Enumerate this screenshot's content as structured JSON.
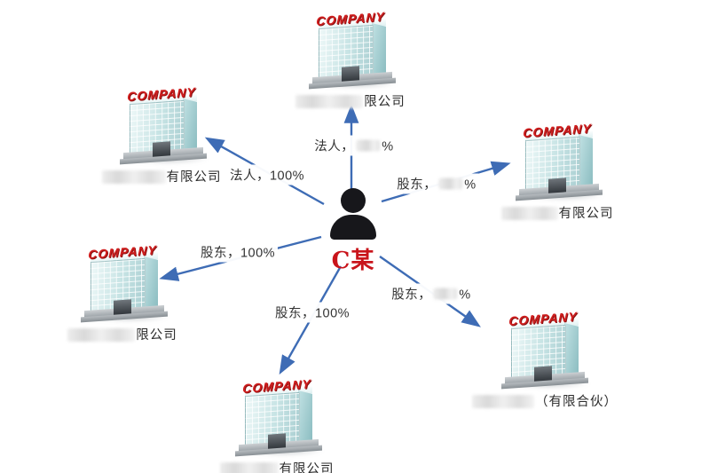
{
  "diagram": {
    "type": "equity-relationship-graph",
    "center_person": {
      "name": "C某"
    },
    "building_sign": "COMPANY",
    "companies": [
      {
        "position": "top",
        "name_suffix": "限公司",
        "name_masked": true
      },
      {
        "position": "top-left",
        "name_suffix": "有限公司",
        "name_masked": true
      },
      {
        "position": "right",
        "name_suffix": "有限公司",
        "name_masked": true
      },
      {
        "position": "left",
        "name_suffix": "限公司",
        "name_masked": true
      },
      {
        "position": "bottom",
        "name_suffix": "有限公司",
        "name_masked": true
      },
      {
        "position": "bottom-right",
        "name_suffix": "（有限合伙）",
        "name_masked": true
      }
    ],
    "edges": [
      {
        "target": "top",
        "relation": "法人，",
        "percent": "%",
        "percent_masked": true
      },
      {
        "target": "top-left",
        "relation": "法人，",
        "percent": "100%",
        "percent_masked": false
      },
      {
        "target": "right",
        "relation": "股东，",
        "percent": "%",
        "percent_masked": true
      },
      {
        "target": "left",
        "relation": "股东，",
        "percent": "100%",
        "percent_masked": false
      },
      {
        "target": "bottom",
        "relation": "股东，",
        "percent": "100%",
        "percent_masked": false
      },
      {
        "target": "bottom-right",
        "relation": "股东，",
        "percent": "%",
        "percent_masked": true
      }
    ],
    "colors": {
      "arrow": "#3e6cb5",
      "sign_red": "#d01f1f",
      "person_name_red": "#c9141b",
      "text": "#2b2b2b"
    }
  }
}
